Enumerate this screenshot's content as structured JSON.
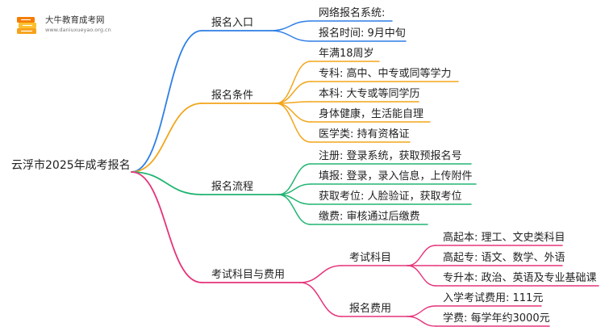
{
  "logo": {
    "name": "大牛教育成考网",
    "url": "www.daniuxueyao.org.cn"
  },
  "root": "云浮市2025年成考报名",
  "branches": [
    {
      "label": "报名入口",
      "color": "#2f7fe6",
      "children": [
        {
          "label": "网络报名系统:"
        },
        {
          "label": "报名时间: 9月中旬"
        }
      ]
    },
    {
      "label": "报名条件",
      "color": "#f2a51a",
      "children": [
        {
          "label": "年满18周岁"
        },
        {
          "label": "专科: 高中、中专或同等学力"
        },
        {
          "label": "本科: 大专或等同学历"
        },
        {
          "label": "身体健康，生活能自理"
        },
        {
          "label": "医学类: 持有资格证"
        }
      ]
    },
    {
      "label": "报名流程",
      "color": "#22b573",
      "children": [
        {
          "label": "注册: 登录系统，获取预报名号"
        },
        {
          "label": "填报: 登录，录入信息，上传附件"
        },
        {
          "label": "获取考位: 人脸验证，获取考位"
        },
        {
          "label": "缴费: 审核通过后缴费"
        }
      ]
    },
    {
      "label": "考试科目与费用",
      "color": "#e5337a",
      "children": [
        {
          "label": "考试科目",
          "children": [
            {
              "label": "高起本: 理工、文史类科目"
            },
            {
              "label": "高起专: 语文、数学、外语"
            },
            {
              "label": "专升本: 政治、英语及专业基础课"
            }
          ]
        },
        {
          "label": "报名费用",
          "children": [
            {
              "label": "入学考试费用: 111元"
            },
            {
              "label": "学费: 每学年约3000元"
            }
          ]
        }
      ]
    }
  ]
}
